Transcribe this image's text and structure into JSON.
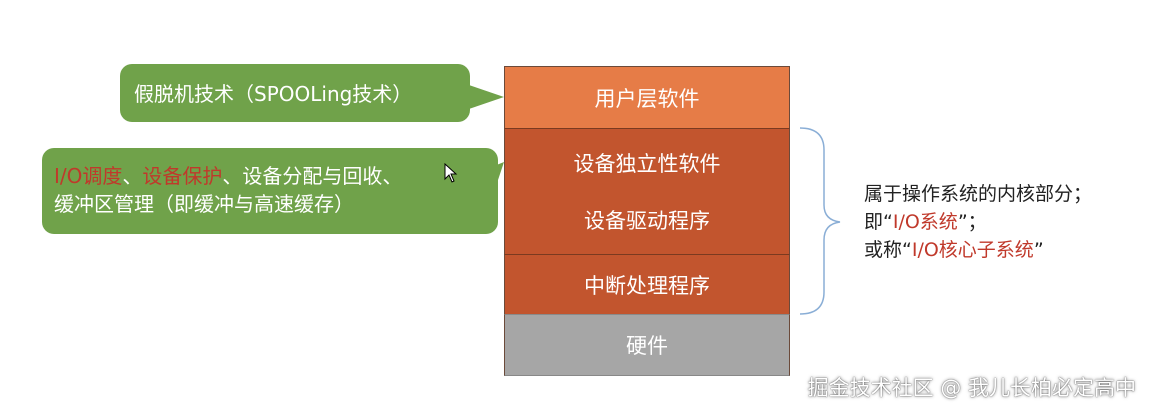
{
  "layers": {
    "user": "用户层软件",
    "device_independent": "设备独立性软件",
    "device_driver": "设备驱动程序",
    "interrupt": "中断处理程序",
    "hardware": "硬件"
  },
  "callouts": {
    "spooling": "假脱机技术（SPOOLing技术）",
    "io_scheduling": "I/O调度",
    "sep1": "、",
    "device_protection": "设备保护",
    "rest_line1": "、设备分配与回收、",
    "line2": "缓冲区管理（即缓冲与高速缓存）"
  },
  "annotation": {
    "line1": "属于操作系统的内核部分；",
    "line2_prefix": "即“",
    "line2_red": "I/O系统",
    "line2_suffix": "”；",
    "line3_prefix": "或称“",
    "line3_red": "I/O核心子系统",
    "line3_suffix": "”"
  },
  "watermark": "掘金技术社区 @ 我儿长柏必定高中",
  "colors": {
    "user_layer": "#e67c47",
    "kernel_layers": "#c2552e",
    "hardware_layer": "#a6a6a6",
    "callout": "#70a24a",
    "highlight": "#c0392b"
  }
}
